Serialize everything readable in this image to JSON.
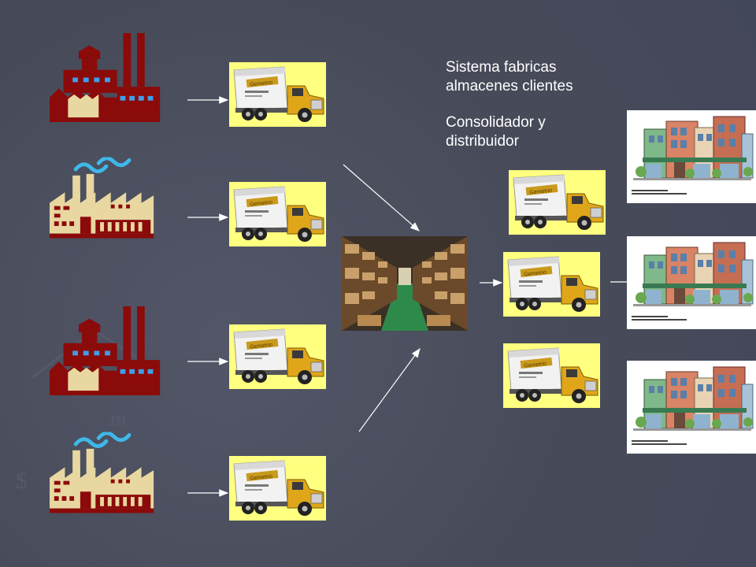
{
  "text": {
    "line1": "Sistema fabricas",
    "line2": "almacenes clientes",
    "line3": "Consolidador y",
    "line4": "distribuidor"
  },
  "truck_label": "Gemetrio",
  "colors": {
    "background": "#4b4f5e",
    "truck_bg": "#ffff80",
    "factory_red": "#8b0a0a",
    "factory_tan": "#e8d7a0",
    "smoke_blue": "#3fb8e8",
    "window_blue": "#3f9fe8",
    "arrow": "#ffffff"
  },
  "icons": {
    "factory_red": "factory-red-icon",
    "factory_tan": "factory-tan-icon",
    "truck": "truck-image",
    "warehouse": "warehouse-image",
    "store": "storefront-image"
  }
}
